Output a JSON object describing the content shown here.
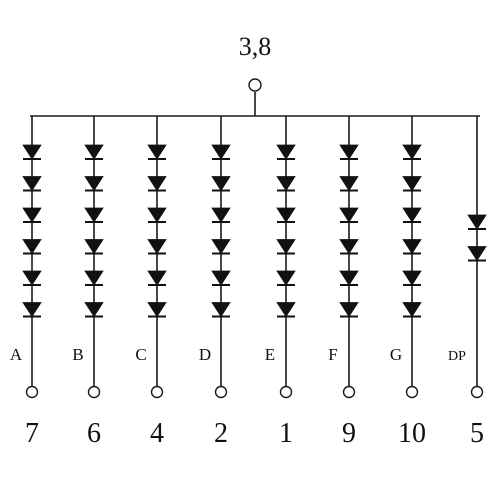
{
  "common": {
    "label": "3,8"
  },
  "segments": [
    {
      "name": "a",
      "label": "A",
      "pin": "7",
      "diodes": 6
    },
    {
      "name": "b",
      "label": "B",
      "pin": "6",
      "diodes": 6
    },
    {
      "name": "c",
      "label": "C",
      "pin": "4",
      "diodes": 6
    },
    {
      "name": "d",
      "label": "D",
      "pin": "2",
      "diodes": 6
    },
    {
      "name": "e",
      "label": "E",
      "pin": "1",
      "diodes": 6
    },
    {
      "name": "f",
      "label": "F",
      "pin": "9",
      "diodes": 6
    },
    {
      "name": "g",
      "label": "G",
      "pin": "10",
      "diodes": 6
    },
    {
      "name": "dp",
      "label": "DP",
      "pin": "5",
      "diodes": 2
    }
  ],
  "colors": {
    "ink": "#111111",
    "background": "#ffffff"
  }
}
